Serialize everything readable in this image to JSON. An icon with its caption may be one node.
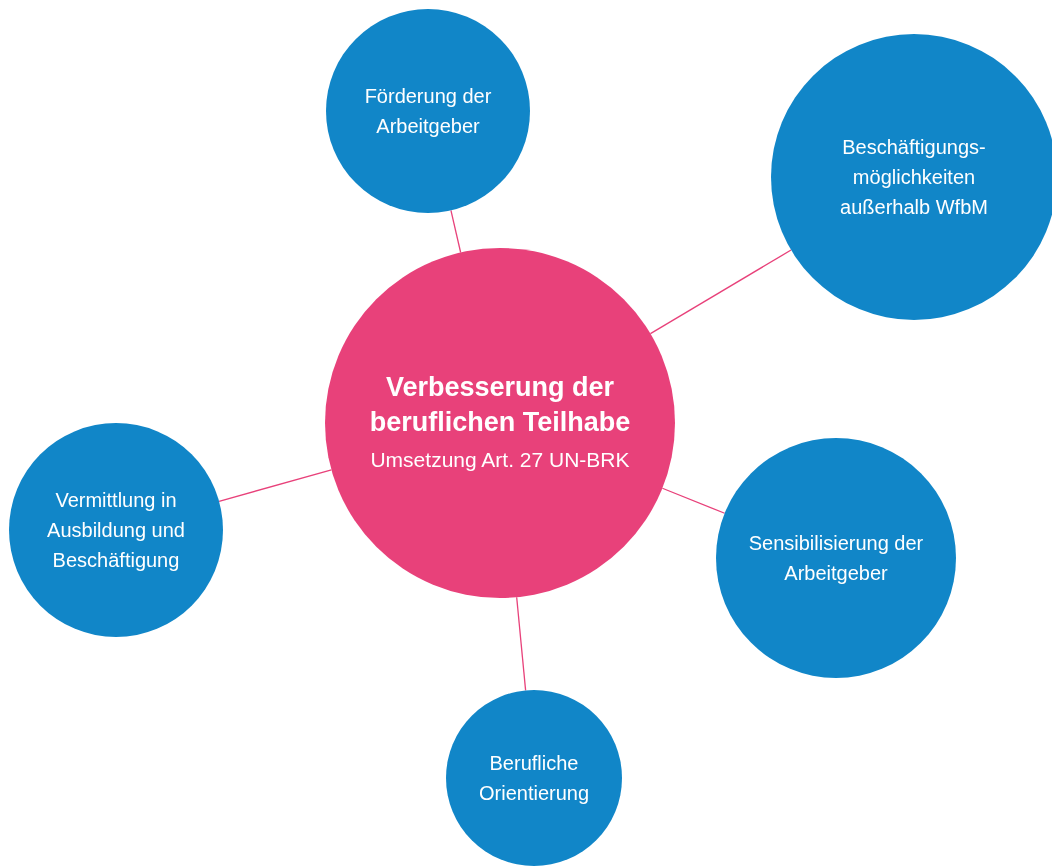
{
  "diagram": {
    "nodes": [
      {
        "text": [
          "Verbesserung der beruflichen Teilhabe",
          "Umsetzung Art. 27 UN-BRK"
        ]
      },
      {
        "text": [
          "Förderung der Arbeitgeber"
        ]
      },
      {
        "text": [
          "Beschäftigungs- möglichkeiten außerhalb WfbM"
        ]
      },
      {
        "text": [
          "Vermittlung in Ausbildung und Beschäftigung"
        ]
      },
      {
        "text": [
          "Sensibilisierung der Arbeitgeber"
        ]
      },
      {
        "text": [
          "Berufliche Orientierung"
        ]
      }
    ],
    "edges": [
      {
        "from": 0,
        "to": 1,
        "arrow": "none"
      },
      {
        "from": 0,
        "to": 2,
        "arrow": "none"
      },
      {
        "from": 0,
        "to": 3,
        "arrow": "none"
      },
      {
        "from": 0,
        "to": 4,
        "arrow": "none"
      },
      {
        "from": 0,
        "to": 5,
        "arrow": "none"
      }
    ]
  }
}
